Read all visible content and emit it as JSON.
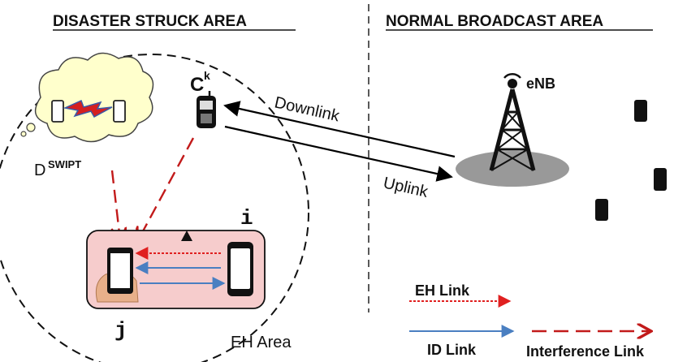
{
  "headers": {
    "left": "DISASTER STRUCK AREA",
    "right": "NORMAL BROADCAST AREA"
  },
  "labels": {
    "ck_base": "C",
    "ck_sup": "k",
    "enb": "eNB",
    "downlink": "Downlink",
    "uplink": "Uplink",
    "dswipt_base": "D",
    "dswipt_sup": "SWIPT",
    "node_i": "i",
    "node_j": "j",
    "eh_area": "EH Area"
  },
  "legend": {
    "eh_link": "EH Link",
    "id_link": "ID Link",
    "interference_link": "Interference Link"
  },
  "colors": {
    "eh_link": "#e02020",
    "id_link": "#4a7fc1",
    "interference_link": "#c21a1a",
    "pair_box": "#f6cccc",
    "enb_ground": "#999999"
  }
}
